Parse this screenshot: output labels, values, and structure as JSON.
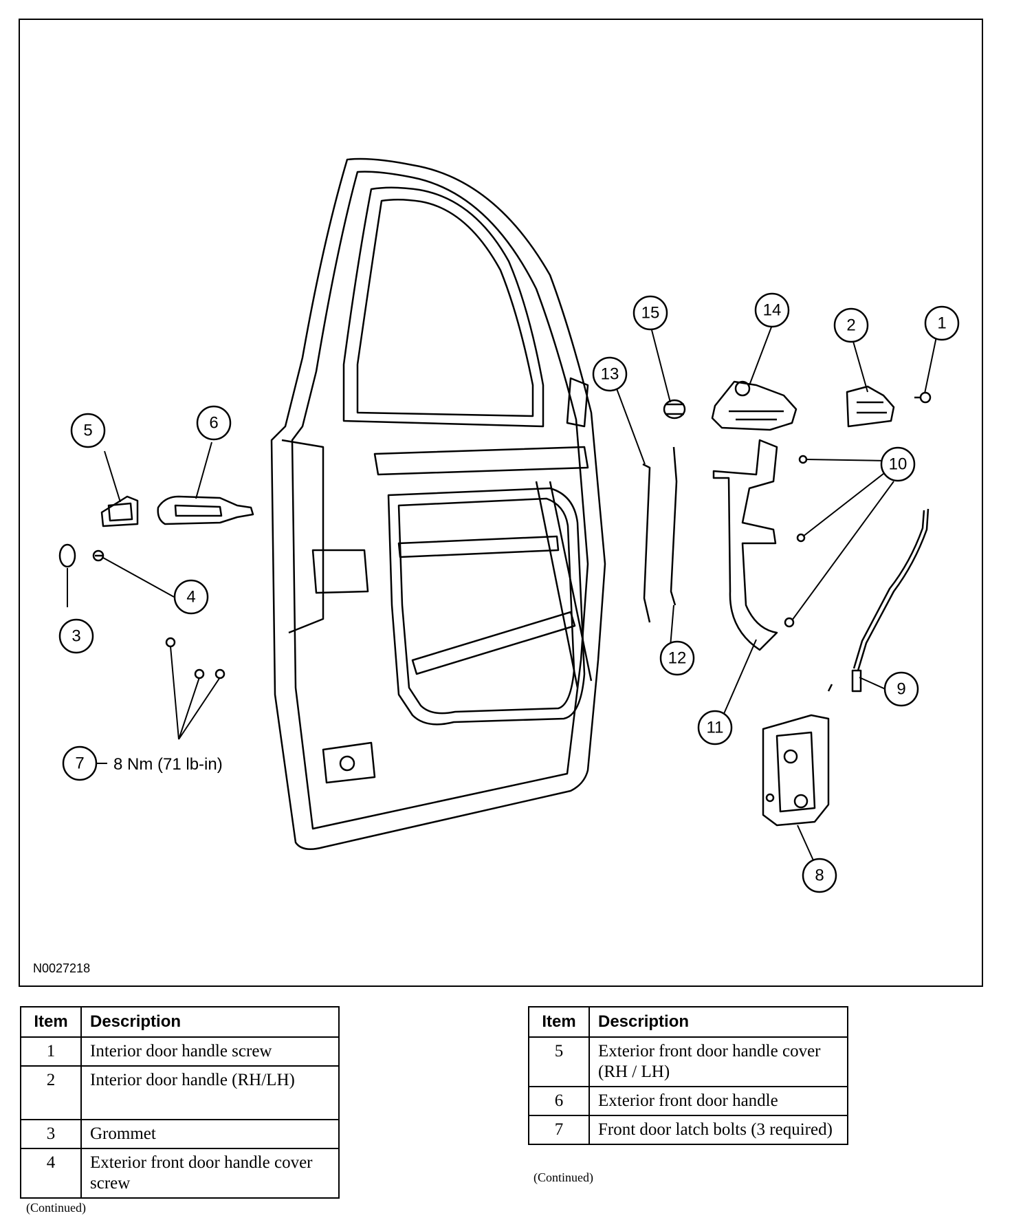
{
  "diagram": {
    "figure_id": "N0027218",
    "torque_note": "8 Nm (71 lb-in)",
    "callouts": [
      "1",
      "2",
      "3",
      "4",
      "5",
      "6",
      "7",
      "8",
      "9",
      "10",
      "11",
      "12",
      "13",
      "14",
      "15"
    ]
  },
  "legend_left": {
    "header_item": "Item",
    "header_description": "Description",
    "rows": [
      {
        "item": "1",
        "description": "Interior door handle screw"
      },
      {
        "item": "2",
        "description": "Interior door handle (RH/LH)"
      },
      {
        "item": "3",
        "description": "Grommet"
      },
      {
        "item": "4",
        "description": "Exterior front door handle cover screw"
      }
    ],
    "continued": "(Continued)"
  },
  "legend_right": {
    "header_item": "Item",
    "header_description": "Description",
    "rows": [
      {
        "item": "5",
        "description": "Exterior front door handle cover (RH / LH)"
      },
      {
        "item": "6",
        "description": "Exterior front door handle"
      },
      {
        "item": "7",
        "description": "Front door latch bolts (3 required)"
      }
    ],
    "continued": "(Continued)"
  }
}
